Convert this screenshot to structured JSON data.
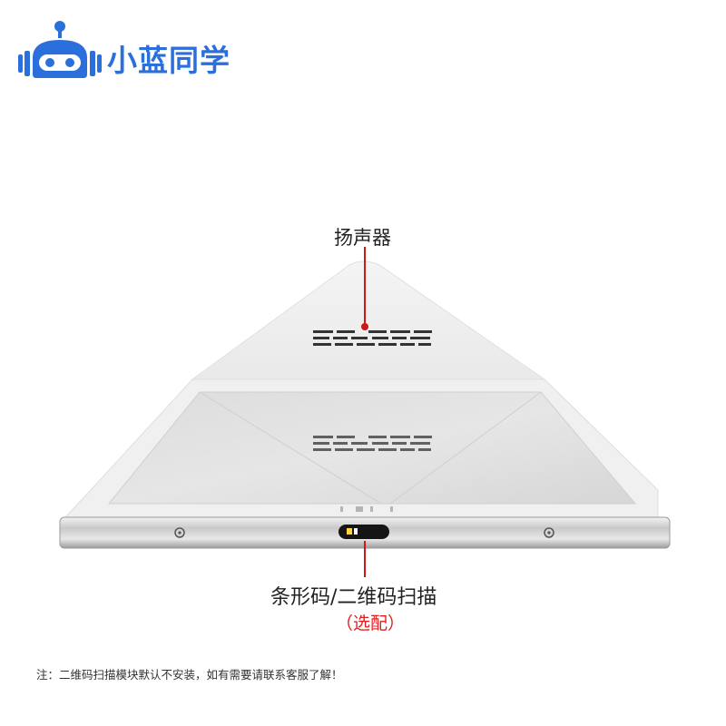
{
  "brand": {
    "name": "小蓝同学",
    "color": "#2a6fdb",
    "icon": "robot-head-icon"
  },
  "callouts": {
    "speaker": "扬声器",
    "scanner": "条形码/二维码扫描",
    "optional": "（选配）",
    "leader_color": "#d01616"
  },
  "note": "注：二维码扫描模块默认不安装，如有需要请联系客服了解！"
}
